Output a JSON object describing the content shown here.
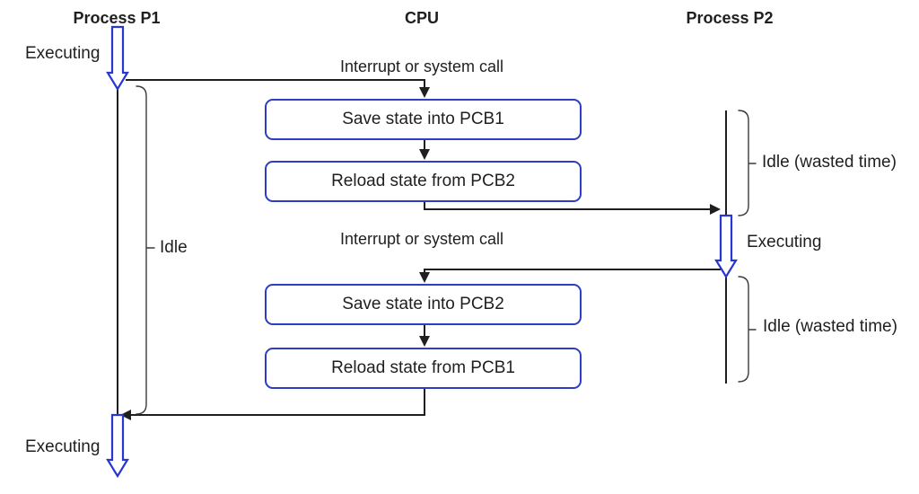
{
  "diagram": {
    "columns": [
      {
        "label": "Process P1"
      },
      {
        "label": "CPU"
      },
      {
        "label": "Process P2"
      }
    ],
    "p1": {
      "executing_top": "Executing",
      "idle": "Idle",
      "executing_bottom": "Executing"
    },
    "p2": {
      "idle_top": "Idle (wasted time)",
      "executing": "Executing",
      "idle_bottom": "Idle (wasted time)"
    },
    "events": {
      "interrupt_1": "Interrupt or system call",
      "interrupt_2": "Interrupt or system call"
    },
    "cpu_boxes": [
      {
        "label": "Save state into PCB1"
      },
      {
        "label": "Reload state from PCB2"
      },
      {
        "label": "Save state into PCB2"
      },
      {
        "label": "Reload state from PCB1"
      }
    ],
    "colors": {
      "accent_blue": "#2c3ec4",
      "arrow_blue": "#2737cf",
      "line_black": "#1f1f1f",
      "bracket_gray": "#3a3a3a",
      "background": "#ffffff"
    }
  }
}
